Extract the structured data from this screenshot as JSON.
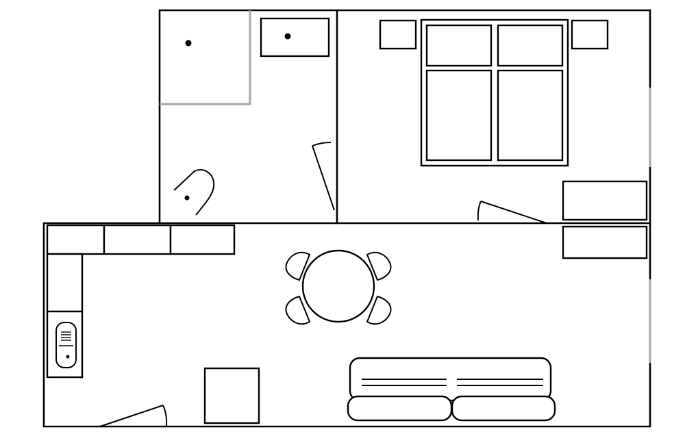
{
  "plan": {
    "colors": {
      "line": "#000000",
      "window": "#a6a6a6",
      "background": "#ffffff"
    },
    "rooms": [
      "bathroom",
      "bedroom",
      "living-kitchen"
    ]
  }
}
